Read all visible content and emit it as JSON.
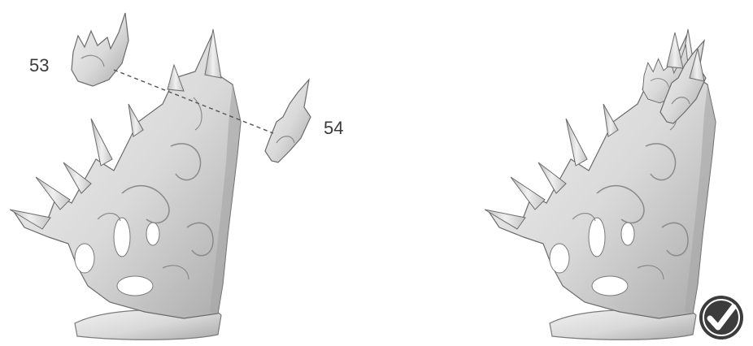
{
  "callouts": [
    {
      "id": "53",
      "label": "53"
    },
    {
      "id": "54",
      "label": "54"
    }
  ],
  "icons": {
    "completed": "checkmark-circle-icon"
  },
  "colors": {
    "model_fill": "#e4e4e4",
    "model_shadow": "#9a9a9a",
    "model_outline": "#6b6b6b",
    "label_text": "#3a3a3a",
    "badge_fill": "#3c3c3c",
    "badge_check": "#ffffff"
  }
}
